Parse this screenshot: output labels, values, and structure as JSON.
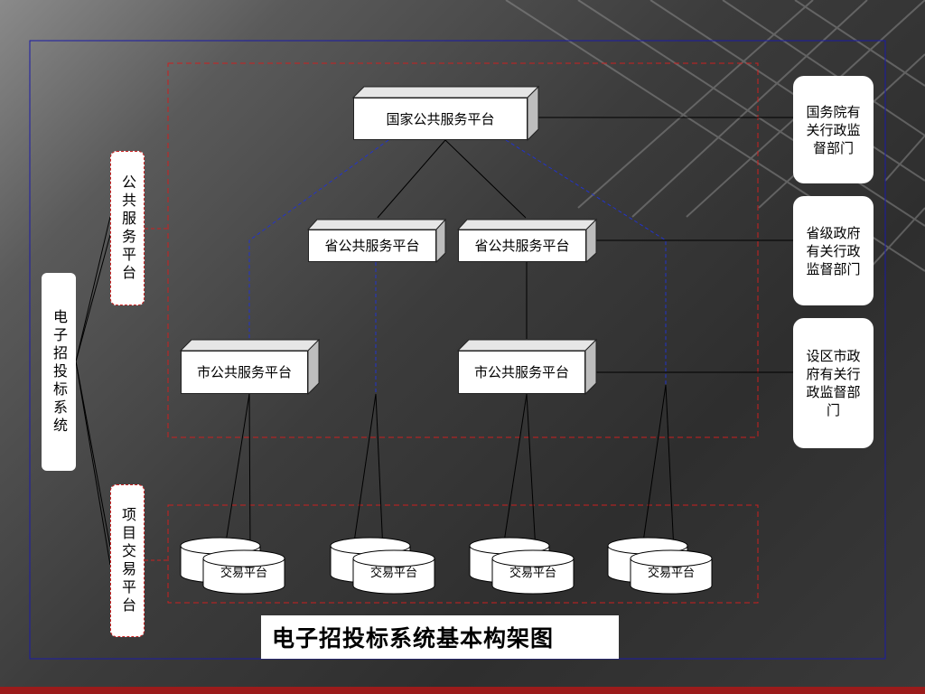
{
  "left_label": "电子招投标系统",
  "group_labels": {
    "public_service": "公共服务平台",
    "project_trading": "项目交易平台"
  },
  "platforms": {
    "national": "国家公共服务平台",
    "province_left": "省公共服务平台",
    "province_right": "省公共服务平台",
    "city_left": "市公共服务平台",
    "city_right": "市公共服务平台"
  },
  "trading_platform_label": "交易平台",
  "regulators": {
    "state_council": "国务院有关行政监督部门",
    "provincial": "省级政府有关行政监督部门",
    "city": "设区市政府有关行政监督部门"
  },
  "title": "电子招投标系统基本构架图",
  "colors": {
    "outer_border": "#1a1aa6",
    "dashed_frame": "#cc1f1f",
    "dashed_link": "#2233cc",
    "bottom_bar": "#9b1b1b"
  }
}
